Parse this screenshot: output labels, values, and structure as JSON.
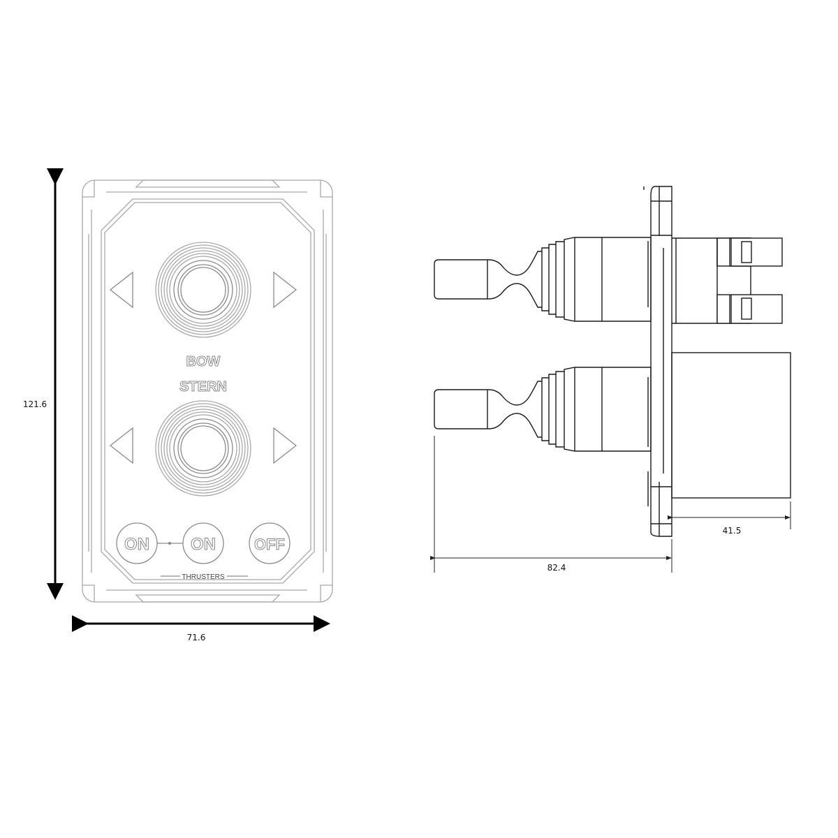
{
  "front_view": {
    "panel_labels": {
      "bow": "BOW",
      "stern": "STERN",
      "footer": "THRUSTERS"
    },
    "buttons": [
      {
        "label": "ON"
      },
      {
        "label": "ON"
      },
      {
        "label": "OFF"
      }
    ],
    "joysticks": [
      "bow-joystick",
      "stern-joystick"
    ],
    "arrows": [
      "left",
      "right",
      "left",
      "right"
    ]
  },
  "side_view": {
    "components": [
      "joystick-handle-top",
      "joystick-handle-bottom",
      "mounting-flange",
      "connector-top",
      "connector-bottom",
      "rear-housing"
    ]
  },
  "dimensions": {
    "height": "121.6",
    "width": "71.6",
    "total_depth": "82.4",
    "rear_depth": "41.5"
  },
  "colors": {
    "panel_line": "#a8a8a8",
    "side_line": "#1a1a1a",
    "dimension_line": "#000000"
  }
}
